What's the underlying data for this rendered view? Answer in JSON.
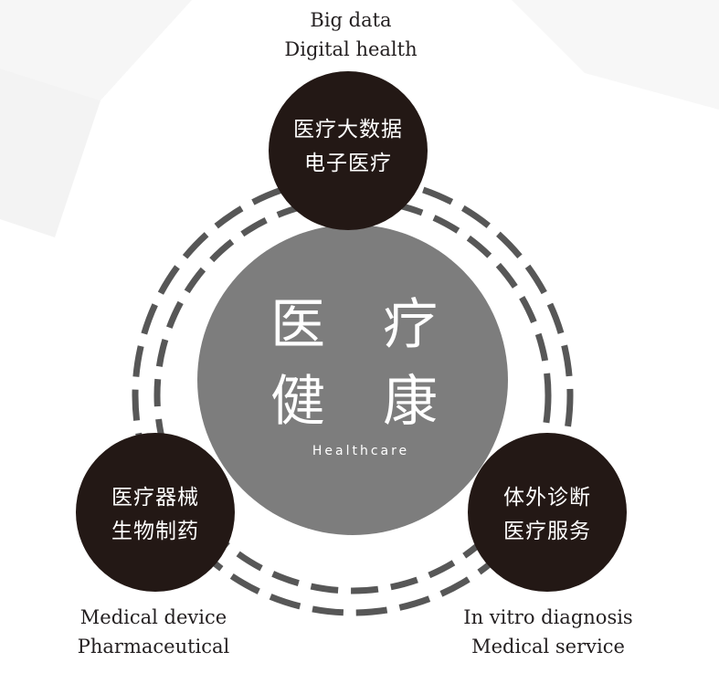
{
  "center": {
    "title_lines": [
      "医 疗",
      "健 康"
    ],
    "subtitle": "Healthcare",
    "fill_color": "#7d7d7d"
  },
  "nodes": {
    "top": {
      "cn_lines": [
        "医疗大数据",
        "电子医疗"
      ],
      "en_lines": [
        "Big data",
        "Digital health"
      ]
    },
    "left": {
      "cn_lines": [
        "医疗器械",
        "生物制药"
      ],
      "en_lines": [
        "Medical device",
        "Pharmaceutical"
      ]
    },
    "right": {
      "cn_lines": [
        "体外诊断",
        "医疗服务"
      ],
      "en_lines": [
        "In vitro diagnosis",
        "Medical service"
      ]
    },
    "fill_color": "#231815"
  },
  "ring": {
    "dash_color": "#575757"
  }
}
